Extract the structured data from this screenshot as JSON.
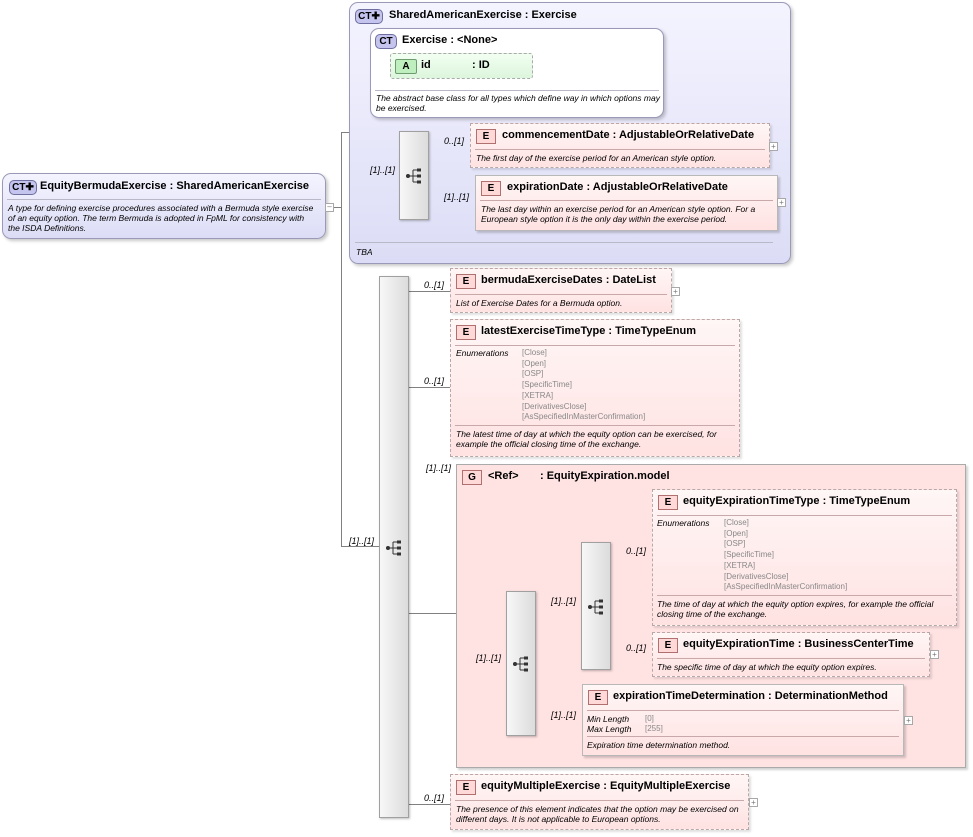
{
  "root": {
    "badge": "CT",
    "title": "EquityBermudaExercise : SharedAmericanExercise",
    "desc": "A type for defining exercise procedures associated with a Bermuda style exercise of an equity option. The term Bermuda is adopted in FpML for consistency with the ISDA Definitions."
  },
  "shared": {
    "badge": "CT",
    "title": "SharedAmericanExercise : Exercise",
    "tba": "TBA",
    "exercise": {
      "badge": "CT",
      "title": "Exercise : <None>",
      "attr_badge": "A",
      "attr_name": "id",
      "attr_type": ": ID",
      "desc": "The abstract base class for all types which define way in which options may be exercised."
    },
    "seq_mult": "[1]..[1]",
    "commencement": {
      "badge": "E",
      "mult": "0..[1]",
      "title": "commencementDate : AdjustableOrRelativeDate",
      "desc": "The first day of the exercise period for an American style option."
    },
    "expiration": {
      "badge": "E",
      "mult": "[1]..[1]",
      "title": "expirationDate : AdjustableOrRelativeDate",
      "desc": "The last day within an exercise period for an American style option. For a European style option it is the only day within the exercise period."
    }
  },
  "main_seq_mult": "[1]..[1]",
  "bermuda": {
    "badge": "E",
    "mult": "0..[1]",
    "title": "bermudaExerciseDates : DateList",
    "desc": "List of Exercise Dates for a Bermuda option."
  },
  "latest": {
    "badge": "E",
    "mult": "0..[1]",
    "title": "latestExerciseTimeType : TimeTypeEnum",
    "enum_label": "Enumerations",
    "enums": [
      "[Close]",
      "[Open]",
      "[OSP]",
      "[SpecificTime]",
      "[XETRA]",
      "[DerivativesClose]",
      "[AsSpecifiedInMasterConfirmation]"
    ],
    "desc": "The latest time of day at which the equity option can be exercised, for example the official closing time of the exchange."
  },
  "group": {
    "badge": "G",
    "mult": "[1]..[1]",
    "title": "<Ref>",
    "name": ": EquityExpiration.model",
    "outer_seq_mult": "[1]..[1]",
    "inner_seq_mult": "[1]..[1]",
    "det_mult": "[1]..[1]",
    "eett": {
      "badge": "E",
      "mult": "0..[1]",
      "title": "equityExpirationTimeType : TimeTypeEnum",
      "enum_label": "Enumerations",
      "enums": [
        "[Close]",
        "[Open]",
        "[OSP]",
        "[SpecificTime]",
        "[XETRA]",
        "[DerivativesClose]",
        "[AsSpecifiedInMasterConfirmation]"
      ],
      "desc": "The time of day at which the equity option expires, for example the official closing time of the exchange."
    },
    "eet": {
      "badge": "E",
      "mult": "0..[1]",
      "title": "equityExpirationTime : BusinessCenterTime",
      "desc": "The specific time of day at which the equity option expires."
    },
    "etd": {
      "badge": "E",
      "title": "expirationTimeDetermination : DeterminationMethod",
      "min_label": "Min Length",
      "min_value": "[0]",
      "max_label": "Max Length",
      "max_value": "[255]",
      "desc": "Expiration time determination method."
    }
  },
  "multiple": {
    "badge": "E",
    "mult": "0..[1]",
    "title": "equityMultipleExercise : EquityMultipleExercise",
    "desc": "The presence of this element indicates that the option may be exercised on different days. It is not applicable to European options."
  },
  "icons": {
    "sequence": "sequence-icon",
    "expand": "plus-icon",
    "collapse": "minus-icon"
  }
}
